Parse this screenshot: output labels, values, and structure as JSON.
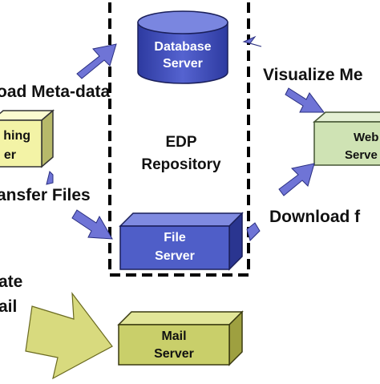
{
  "colors": {
    "database": "#3f4fbf",
    "file_server": "#4f5ec8",
    "mail_server": "#c9cf6a",
    "publishing": "#f3f3a6",
    "web_server": "#cfe3b4",
    "arrow_blue": "#6f74d6",
    "arrow_yellow": "#d8da7e"
  },
  "repository": {
    "line1": "EDP",
    "line2": "Repository"
  },
  "nodes": {
    "database": {
      "line1": "Database",
      "line2": "Server",
      "shape": "cylinder"
    },
    "file_server": {
      "line1": "File",
      "line2": "Server",
      "shape": "box"
    },
    "mail_server": {
      "line1": "Mail",
      "line2": "Server",
      "shape": "box"
    },
    "publishing": {
      "line1": "hing",
      "line2": "er",
      "shape": "box"
    },
    "web_server": {
      "line1": "Web",
      "line2": "Serve",
      "shape": "box"
    }
  },
  "edges": {
    "upload": "oad Meta-data",
    "visualize": "Visualize Me",
    "transfer": "ansfer Files",
    "download": "Download f",
    "notify_line1": "ate",
    "notify_line2": "ail"
  },
  "icons": {
    "arrow": "block-arrow-icon"
  }
}
